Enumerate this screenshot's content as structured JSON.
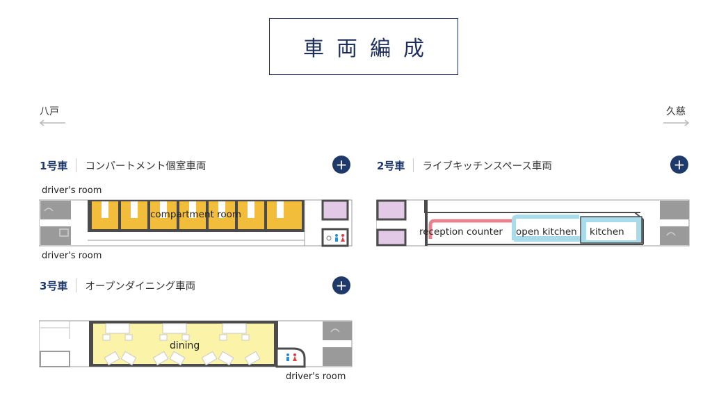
{
  "title": "車両編成",
  "direction": {
    "left": "八戸",
    "right": "久慈"
  },
  "cars": [
    {
      "number": "1号車",
      "name": "コンパートメント個室車両",
      "plus": "+",
      "labels": {
        "top": "driver's room",
        "main": "compartment room",
        "bottom": "driver's room"
      }
    },
    {
      "number": "2号車",
      "name": "ライブキッチンスペース車両",
      "plus": "+",
      "labels": {
        "reception": "reception counter",
        "open_kitchen": "open kitchen",
        "kitchen": "kitchen"
      }
    },
    {
      "number": "3号車",
      "name": "オープンダイニング車両",
      "plus": "+",
      "labels": {
        "main": "dining",
        "driver": "driver's room"
      }
    }
  ],
  "colors": {
    "navy": "#1e3a6b",
    "compartment": "#f3bd3c",
    "lavender": "#e2c9e5",
    "dining": "#fbf4a8",
    "kitchen": "#a9dcea",
    "reception": "#e8838e",
    "wall": "#4b4b4b"
  }
}
